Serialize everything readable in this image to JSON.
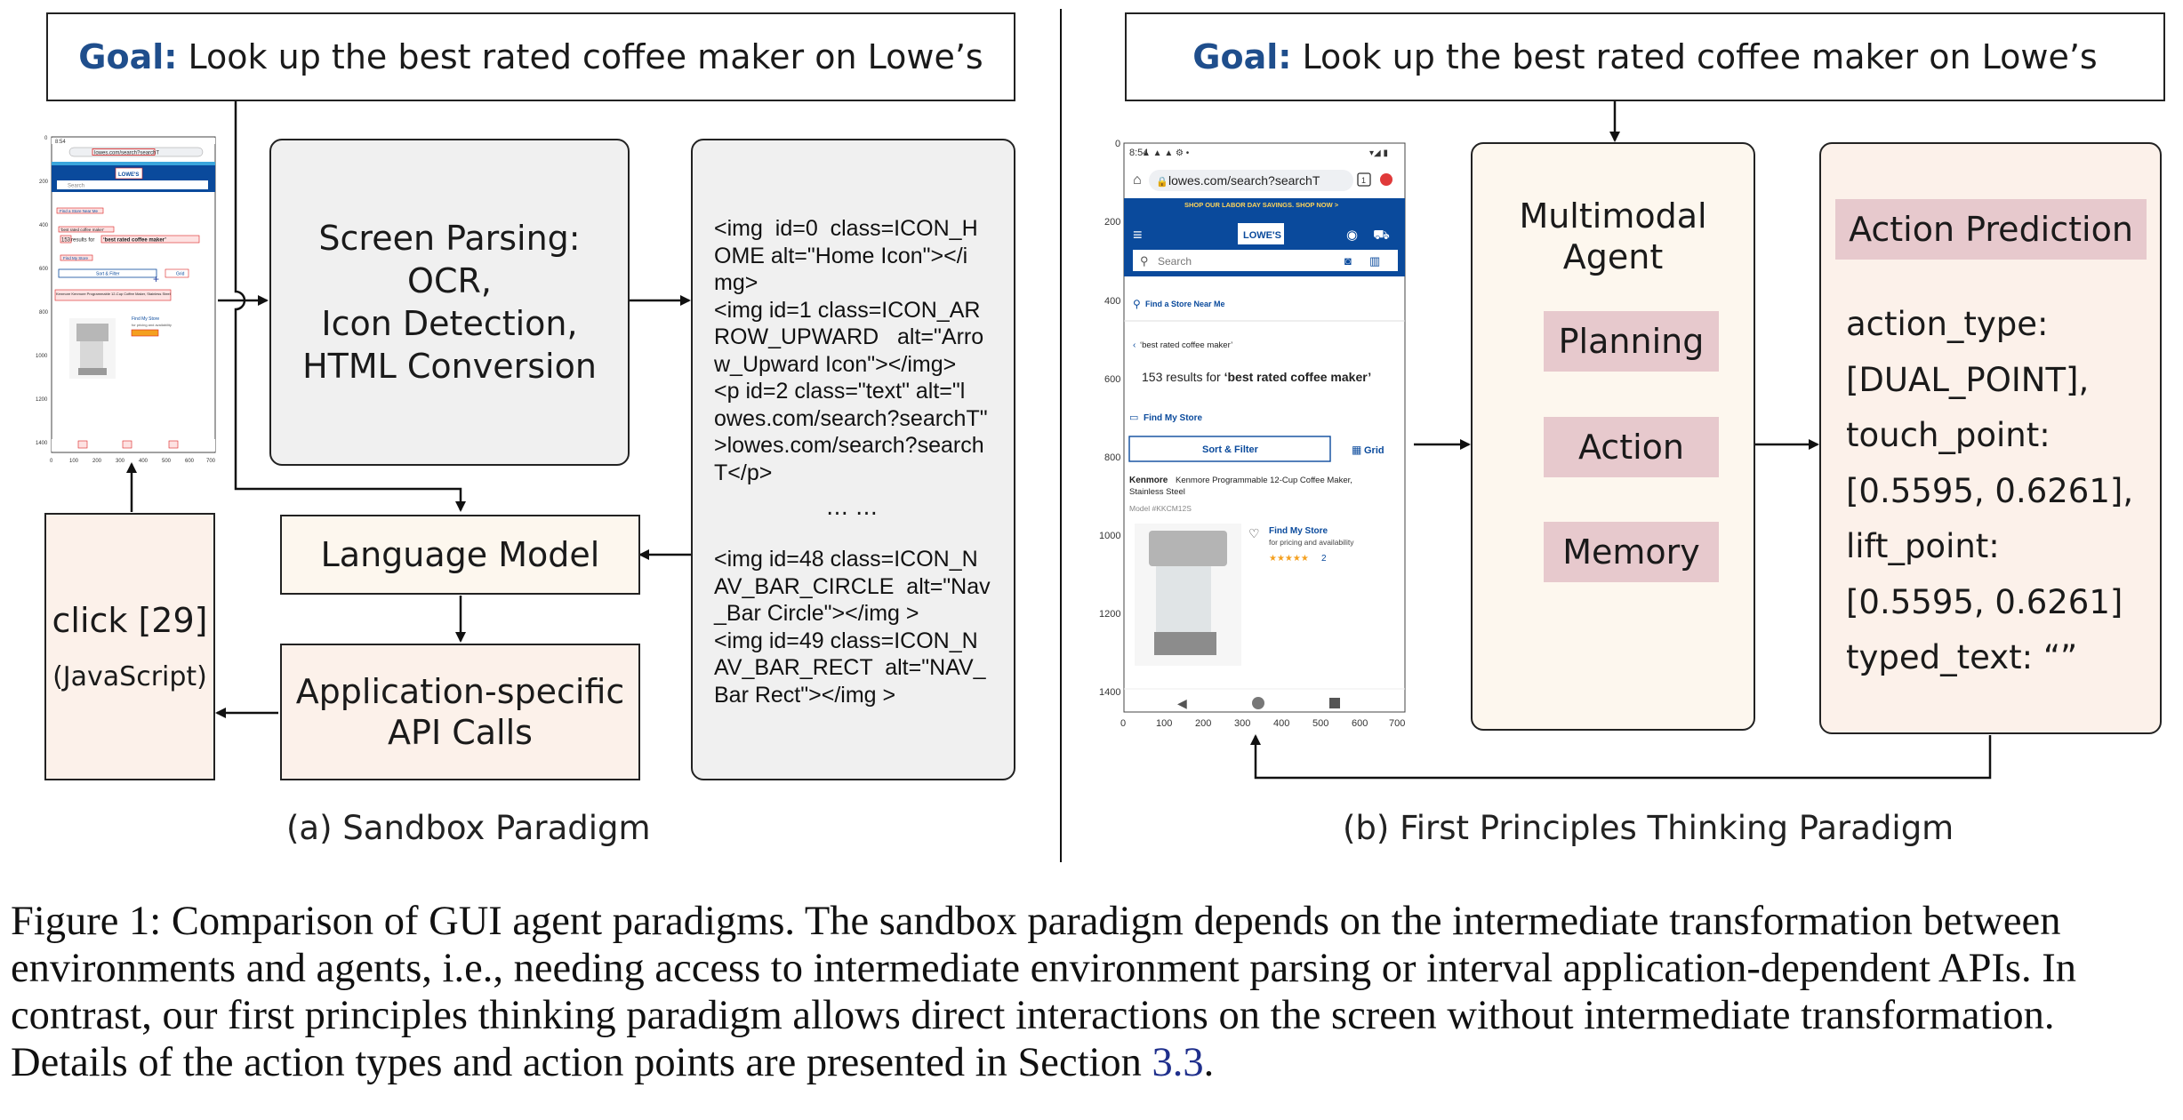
{
  "left": {
    "goal_label": "Goal:",
    "goal_text": "Look up the best rated coffee maker on Lowe’s",
    "parsing_lines": [
      "Screen Parsing:",
      "OCR,",
      "Icon Detection,",
      "HTML Conversion"
    ],
    "html_block_1": "<img  id=0  class=ICON_H\nOME alt=\"Home Icon\"></i\nmg>\n<img id=1 class=ICON_AR\nROW_UPWARD   alt=\"Arro\nw_Upward Icon\"></img>\n<p id=2 class=\"text\" alt=\"l\nowes.com/search?searchT\"\n>lowes.com/search?search\nT</p>",
    "ellipsis": "… …",
    "html_block_2": "<img id=48 class=ICON_N\nAV_BAR_CIRCLE  alt=\"Nav\n_Bar Circle\"></img >\n<img id=49 class=ICON_N\nAV_BAR_RECT  alt=\"NAV_\nBar Rect\"></img >",
    "language_model": "Language Model",
    "api_lines": [
      "Application-specific",
      "API Calls"
    ],
    "click_text": "click [29]",
    "click_sub": "(JavaScript)",
    "caption": "(a) Sandbox Paradigm"
  },
  "right": {
    "goal_label": "Goal:",
    "goal_text": "Look up the best rated coffee maker on Lowe’s",
    "agent_lines": [
      "Multimodal",
      "Agent"
    ],
    "planning": "Planning",
    "action": "Action",
    "memory": "Memory",
    "prediction_title": "Action Prediction",
    "prediction_lines": [
      "action_type:",
      "[DUAL_POINT],",
      "touch_point:",
      "[0.5595, 0.6261],",
      "lift_point:",
      "[0.5595, 0.6261]",
      "typed_text: “”"
    ],
    "caption": "(b) First Principles Thinking Paradigm"
  },
  "phone_large": {
    "time": "8:54",
    "url": "lowes.com/search?searchT",
    "banner": "SHOP OUR LABOR DAY SAVINGS. SHOP NOW >",
    "logo": "LOWE'S",
    "search_placeholder": "Search",
    "find_store": "Find a Store Near Me",
    "breadcrumb": "‘best rated coffee maker’",
    "results_count": "153 results for ",
    "results_query": "‘best rated coffee maker’",
    "find_my_store": "Find My Store",
    "sort_filter": "Sort & Filter",
    "grid": "Grid",
    "product_brand": "Kenmore",
    "product_name": "Kenmore Programmable 12-Cup Coffee Maker, Stainless Steel",
    "model": "Model #KKCM12S",
    "store_link": "Find My Store",
    "store_sub": "for pricing and availability",
    "stars": "★★★★★",
    "rating_count": "2",
    "y_ticks": [
      "0",
      "200",
      "400",
      "600",
      "800",
      "1000",
      "1200",
      "1400"
    ],
    "x_ticks": [
      "0",
      "100",
      "200",
      "300",
      "400",
      "500",
      "600",
      "700"
    ]
  },
  "phone_small": {
    "time": "8:54",
    "url": "lowes.com/search?searchT",
    "logo": "LOWE'S",
    "search_placeholder": "Search",
    "find_store": "Find a Store Near Me",
    "breadcrumb": "‘best rated coffee maker’",
    "results_count": "153",
    "results_text": " results for ",
    "results_query": "‘best rated coffee maker’",
    "find_my_store": "Find My Store",
    "sort_filter": "Sort & Filter",
    "grid": "Grid",
    "product_name": "Kenmore  Kenmore Programmable 12-Cup Coffee Maker, Stainless Steel",
    "store_link": "Find My Store",
    "store_sub": "for pricing and availability",
    "y_ticks": [
      "0",
      "200",
      "400",
      "600",
      "800",
      "1000",
      "1200",
      "1400"
    ],
    "x_ticks": [
      "0",
      "100",
      "200",
      "300",
      "400",
      "500",
      "600",
      "700"
    ]
  },
  "figure_caption": {
    "text": "Figure 1: Comparison of GUI agent paradigms. The sandbox paradigm depends on the intermediate transformation between environments and agents, i.e., needing access to intermediate environment parsing or interval application-dependent APIs. In contrast, our first principles thinking paradigm allows direct interactions on the screen without intermediate transformation. Details of the action types and action points are presented in Section ",
    "ref": "3.3",
    "end": "."
  },
  "colors": {
    "goal_blue": "#1f4e8c",
    "lowes_blue": "#0a4a9c",
    "box_gray": "#f0f0f0",
    "box_cream": "#fdf7ee",
    "box_peach": "#fcf1ea",
    "box_pink": "#e7c9cd"
  }
}
